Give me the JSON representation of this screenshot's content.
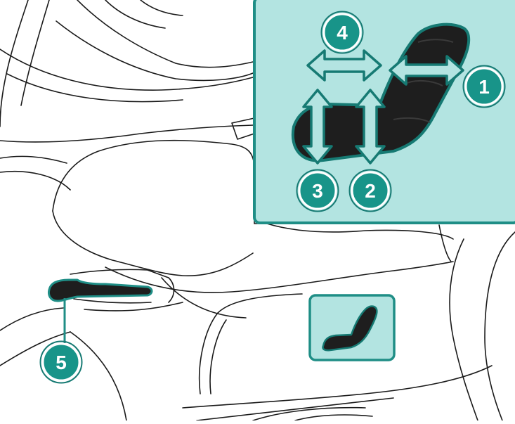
{
  "colors": {
    "teal_panel": "#b3e4e1",
    "teal_border": "#1f8e86",
    "teal_dark": "#167a73",
    "callout_fill": "#189489",
    "switch_dark": "#1e1e1e",
    "line_art": "#1a1a1a",
    "background": "#ffffff"
  },
  "callouts": {
    "adjust_recline": "1",
    "adjust_front_height": "2",
    "adjust_rear_height": "3",
    "adjust_fore_aft": "4",
    "lumbar_lever": "5"
  },
  "icons": {
    "seat_switch": "seat-switch-icon",
    "arrows": "double-arrow-icon"
  }
}
